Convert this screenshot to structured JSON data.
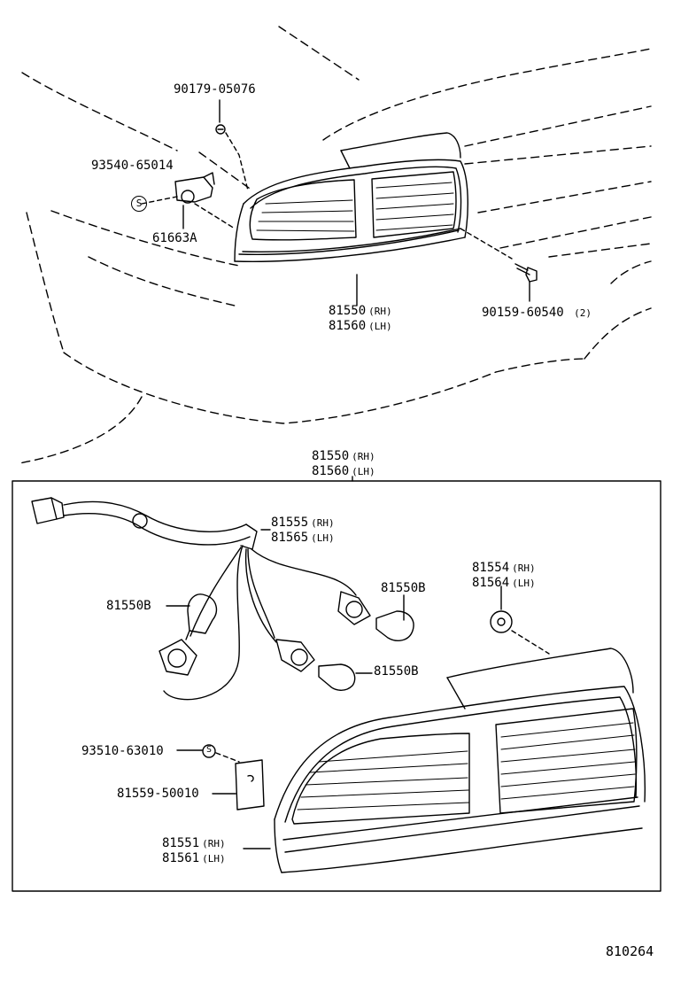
{
  "diagram": {
    "labels": {
      "p90179": "90179-05076",
      "p93540": "93540-65014",
      "p61663": "61663A",
      "p90159": "90159-60540",
      "p90159_qty": "(2)",
      "top81550": "81550",
      "top81560": "81560",
      "mid81550": "81550",
      "mid81560": "81560",
      "p81555": "81555",
      "p81565": "81565",
      "p81550B_left": "81550B",
      "p81550B_right": "81550B",
      "p81550B_lower": "81550B",
      "p81554": "81554",
      "p81564": "81564",
      "p93510": "93510-63010",
      "p81559": "81559-50010",
      "p81551": "81551",
      "p81561": "81561",
      "ref": "810264"
    },
    "rh": "(RH)",
    "lh": "(LH)",
    "icons": {
      "screw_mark": "S"
    }
  }
}
